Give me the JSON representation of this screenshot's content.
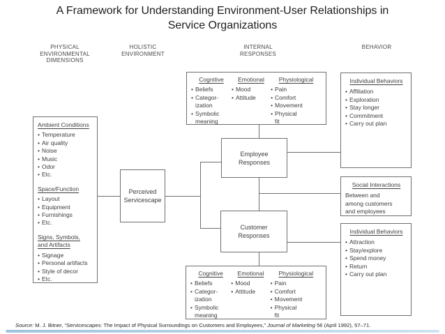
{
  "title": {
    "line1": "A Framework for Understanding Environment-User Relationships in",
    "line2": "Service Organizations"
  },
  "column_headers": [
    {
      "label": "PHYSICAL\nENVIRONMENTAL\nDIMENSIONS"
    },
    {
      "label": "HOLISTIC\nENVIRONMENT"
    },
    {
      "label": "INTERNAL\nRESPONSES"
    },
    {
      "label": "BEHAVIOR"
    }
  ],
  "dimensions_box": {
    "sections": [
      {
        "heading": "Ambient Conditions",
        "items": [
          "Temperature",
          "Air quality",
          "Noise",
          "Music",
          "Odor",
          "Etc."
        ]
      },
      {
        "heading": "Space/Function",
        "items": [
          "Layout",
          "Equipment",
          "Furnishings",
          "Etc."
        ]
      },
      {
        "heading": "Signs, Symbols,\nand Artifacts",
        "items": [
          "Signage",
          "Personal artifacts",
          "Style of decor",
          "Etc."
        ]
      }
    ]
  },
  "perceived_box": {
    "label": "Perceived\nServicescape"
  },
  "employee_box": {
    "label": "Employee\nResponses"
  },
  "customer_box": {
    "label": "Customer\nResponses"
  },
  "internal_responses_top": {
    "columns": [
      {
        "heading": "Cognitive",
        "items": [
          "Beliefs",
          "Categor-\nization",
          "Symbolic\nmeaning"
        ]
      },
      {
        "heading": "Emotional",
        "items": [
          "Mood",
          "Attitude"
        ]
      },
      {
        "heading": "Physiological",
        "items": [
          "Pain",
          "Comfort",
          "Movement",
          "Physical\nfit"
        ]
      }
    ]
  },
  "internal_responses_bottom": {
    "columns": [
      {
        "heading": "Cognitive",
        "items": [
          "Beliefs",
          "Categor-\nization",
          "Symbolic\nmeaning"
        ]
      },
      {
        "heading": "Emotional",
        "items": [
          "Mood",
          "Attitude"
        ]
      },
      {
        "heading": "Physiological",
        "items": [
          "Pain",
          "Comfort",
          "Movement",
          "Physical\nfit"
        ]
      }
    ]
  },
  "behavior_top": {
    "heading": "Individual Behaviors",
    "items": [
      "Affiliation",
      "Exploration",
      "Stay longer",
      "Commitment",
      "Carry out plan"
    ]
  },
  "social_box": {
    "heading": "Social Interactions",
    "body": "Between and\namong customers\nand employees"
  },
  "behavior_bottom": {
    "heading": "Individual Behaviors",
    "items": [
      "Attraction",
      "Stay/explore",
      "Spend money",
      "Return",
      "Carry out plan"
    ]
  },
  "source": {
    "label": "Source:",
    "text1": " M. J. Bitner, “Servicescapes: The Impact of Physical Surroundings on Customers and Employees,” ",
    "journal": "Journal of Marketing",
    "text2": " 56 (April 1992), 57–71."
  },
  "colors": {
    "line": "#6e6e6e",
    "text": "#3d3d3d",
    "accent_bar": "#aecde3"
  }
}
